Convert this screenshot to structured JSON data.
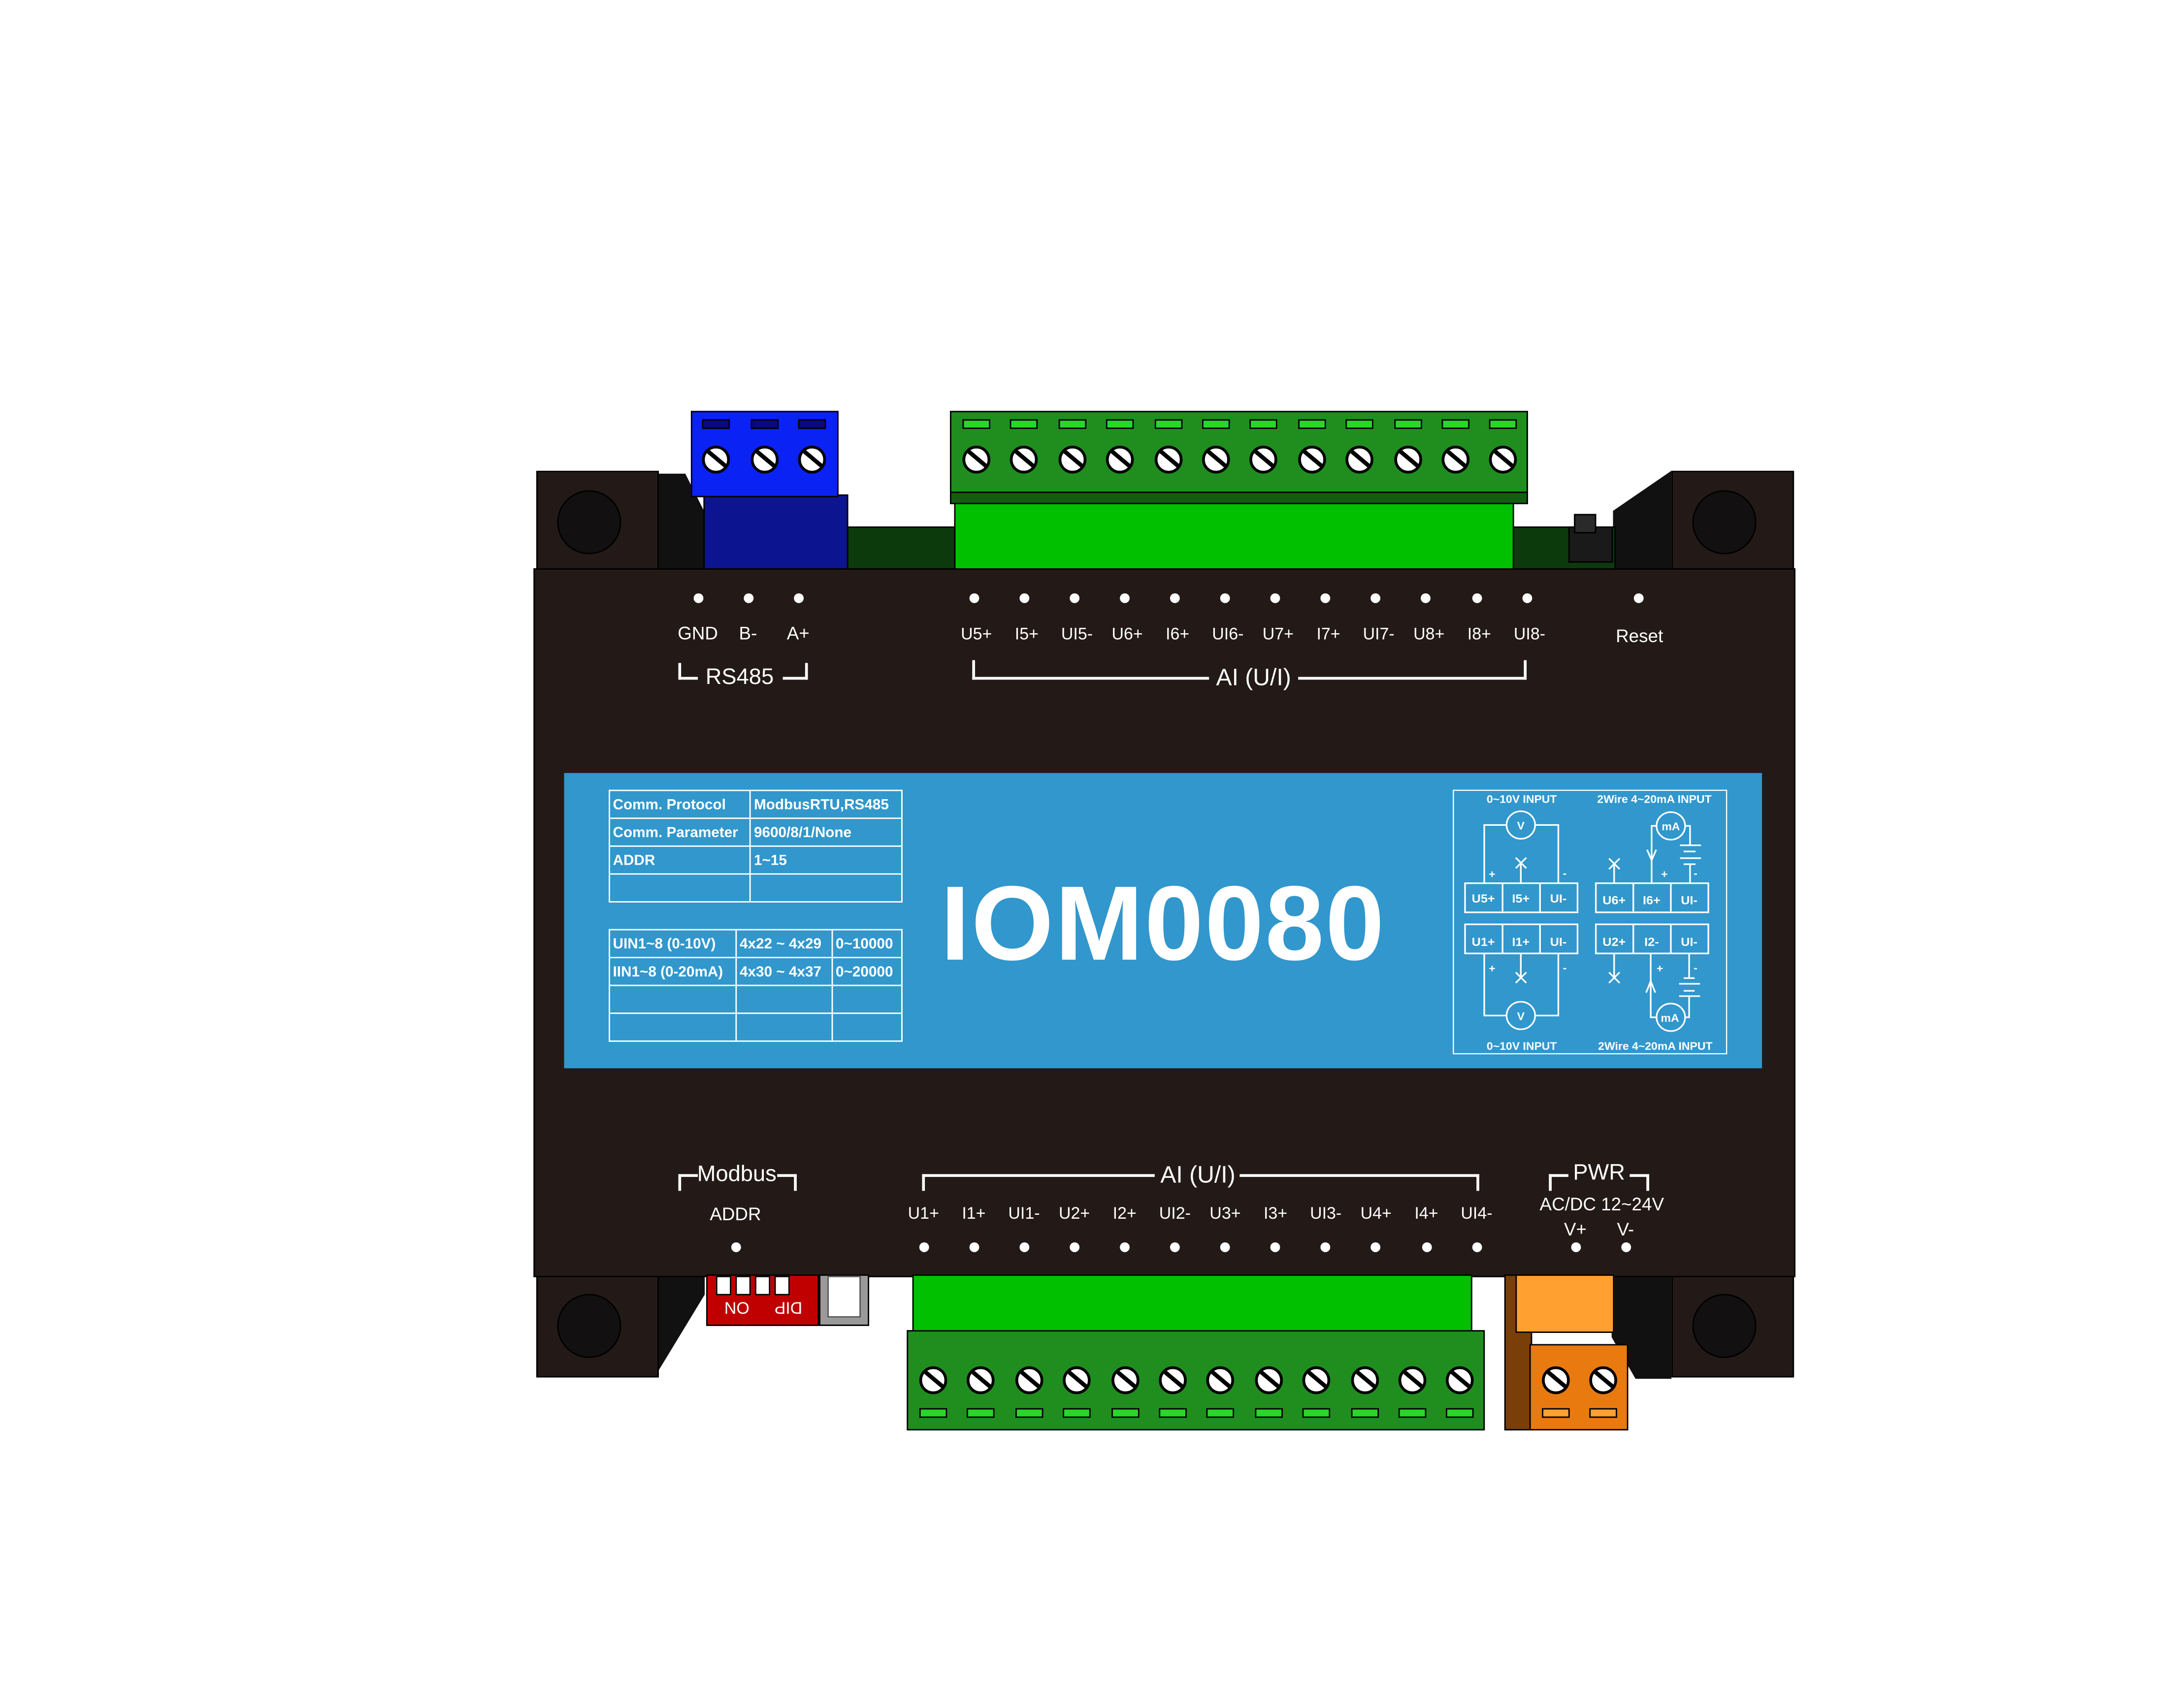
{
  "device": {
    "model": "IOM0080",
    "colors": {
      "housing": "#231a17",
      "label_panel": "#3197cc",
      "rs485_connector": "#0b22f5",
      "ai_connector": "#1f8e1f",
      "power_connector": "#e87a10",
      "dip_switch": "#c00000"
    }
  },
  "top": {
    "rs485": {
      "pins": [
        "GND",
        "B-",
        "A+"
      ],
      "group_label": "RS485"
    },
    "ai": {
      "pins": [
        "U5+",
        "I5+",
        "UI5-",
        "U6+",
        "I6+",
        "UI6-",
        "U7+",
        "I7+",
        "UI7-",
        "U8+",
        "I8+",
        "UI8-"
      ],
      "group_label": "AI (U/I)"
    },
    "reset_label": "Reset"
  },
  "spec_table": {
    "rows": [
      [
        "Comm. Protocol",
        "ModbusRTU,RS485"
      ],
      [
        "Comm. Parameter",
        "9600/8/1/None"
      ],
      [
        "ADDR",
        "1~15"
      ],
      [
        "",
        ""
      ]
    ]
  },
  "register_table": {
    "rows": [
      [
        "UIN1~8 (0-10V)",
        "4x22 ~ 4x29",
        "0~10000"
      ],
      [
        "IIN1~8  (0-20mA)",
        "4x30 ~ 4x37",
        "0~20000"
      ],
      [
        "",
        "",
        ""
      ],
      [
        "",
        "",
        ""
      ]
    ]
  },
  "wiring": {
    "voltage_title": "0~10V INPUT",
    "current_title": "2Wire 4~20mA INPUT",
    "voltmeter": "V",
    "ammeter": "mA",
    "plus": "+",
    "minus": "-",
    "top_left_terminals": [
      "U5+",
      "I5+",
      "UI-"
    ],
    "bottom_left_terminals": [
      "U1+",
      "I1+",
      "UI-"
    ],
    "top_right_terminals": [
      "U6+",
      "I6+",
      "UI-"
    ],
    "bottom_right_terminals": [
      "U2+",
      "I2-",
      "UI-"
    ]
  },
  "bottom": {
    "modbus": {
      "group_label": "Modbus",
      "addr_label": "ADDR"
    },
    "ai": {
      "pins": [
        "U1+",
        "I1+",
        "UI1-",
        "U2+",
        "I2+",
        "UI2-",
        "U3+",
        "I3+",
        "UI3-",
        "U4+",
        "I4+",
        "UI4-"
      ],
      "group_label": "AI (U/I)"
    },
    "power": {
      "group_label": "PWR",
      "spec": "AC/DC 12~24V",
      "pins": [
        "V+",
        "V-"
      ]
    },
    "dip": {
      "label_dip": "DIP",
      "label_on": "ON"
    }
  }
}
